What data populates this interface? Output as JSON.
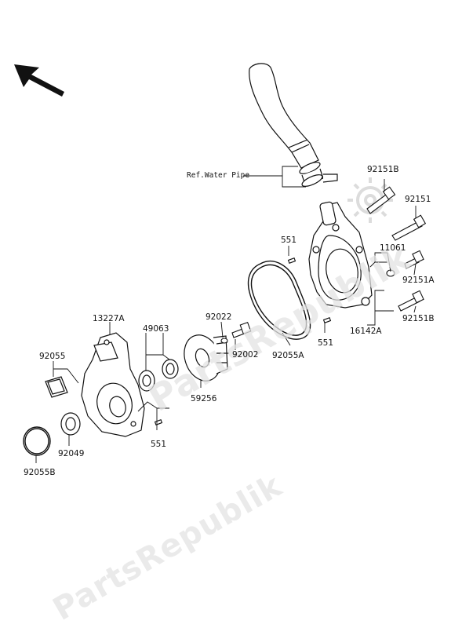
{
  "watermark": {
    "text_main": "PartsRepublik",
    "text_bottom": "PartsRepublik"
  },
  "labels": {
    "ref_water_pipe": "Ref.Water Pipe",
    "p92151B_top": "92151B",
    "p92151": "92151",
    "p551_top": "551",
    "p11061": "11061",
    "p92151A": "92151A",
    "p92151B_bottom": "92151B",
    "p16142A": "16142A",
    "p551_mid": "551",
    "p92055A": "92055A",
    "p92022": "92022",
    "p92002": "92002",
    "p13227A": "13227A",
    "p49063": "49063",
    "p59256": "59256",
    "p92055": "92055",
    "p92049": "92049",
    "p551_bottom": "551",
    "p92055B": "92055B"
  },
  "icons": [
    "direction-arrow-icon",
    "gear-watermark-icon"
  ]
}
